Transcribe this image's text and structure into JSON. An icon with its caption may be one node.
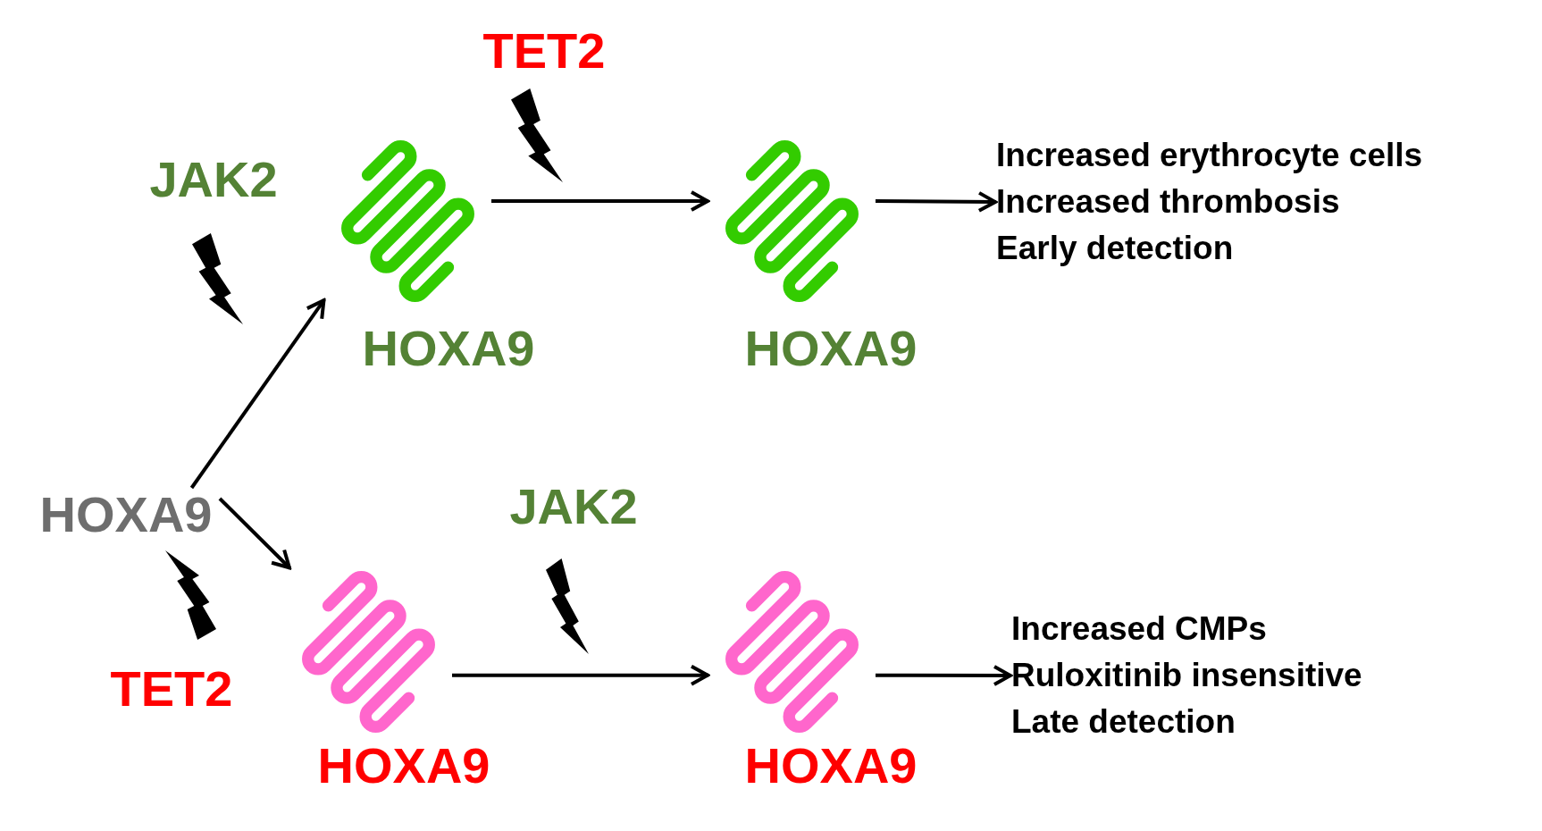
{
  "diagram": {
    "nodes": [
      {
        "text": [
          "HOXA9"
        ]
      },
      {
        "text": [],
        "shape": "coil",
        "beside": [
          "HOXA9"
        ]
      },
      {
        "text": [],
        "shape": "coil",
        "beside": [
          "HOXA9"
        ]
      },
      {
        "text": [
          "Increased erythrocyte cells",
          "Increased thrombosis",
          "Early detection"
        ]
      },
      {
        "text": [],
        "shape": "coil",
        "beside": [
          "HOXA9"
        ]
      },
      {
        "text": [],
        "shape": "coil",
        "beside": [
          "HOXA9"
        ]
      },
      {
        "text": [
          "Increased CMPs",
          "Ruloxitinib insensitive",
          "Late detection"
        ]
      }
    ],
    "edges": [
      {
        "from": 0,
        "to": 1,
        "arrow": "to"
      },
      {
        "from": 0,
        "to": 4,
        "arrow": "to"
      },
      {
        "from": 1,
        "to": 2,
        "arrow": "to"
      },
      {
        "from": 2,
        "to": 3,
        "arrow": "to"
      },
      {
        "from": 4,
        "to": 5,
        "arrow": "to"
      },
      {
        "from": 5,
        "to": 6,
        "arrow": "to"
      }
    ],
    "labels": [
      "TET2",
      "JAK2",
      "JAK2",
      "TET2"
    ]
  }
}
